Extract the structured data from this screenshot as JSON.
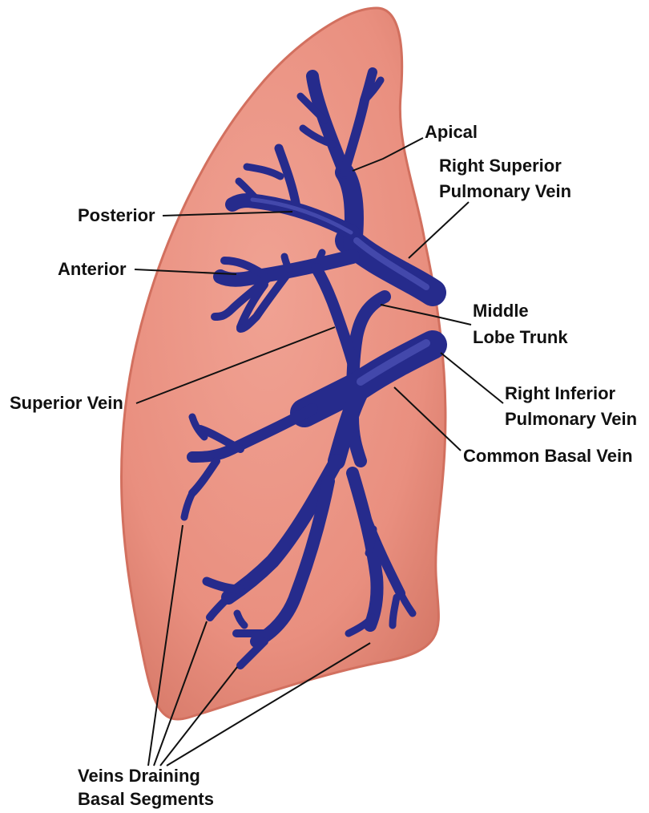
{
  "colors": {
    "lung_fill": "#e98f7f",
    "lung_edge": "#d2705f",
    "vein": "#262b8c",
    "vein_highlight": "#5b61c4",
    "label_text": "#111111"
  },
  "labels": {
    "apical": "Apical",
    "right_superior_line1": "Right Superior",
    "right_superior_line2": "Pulmonary Vein",
    "posterior": "Posterior",
    "anterior": "Anterior",
    "middle_lobe_line1": "Middle",
    "middle_lobe_line2": "Lobe Trunk",
    "superior_vein": "Superior Vein",
    "right_inferior_line1": "Right Inferior",
    "right_inferior_line2": "Pulmonary Vein",
    "common_basal_vein": "Common Basal Vein",
    "basal_line1": "Veins Draining",
    "basal_line2": "Basal Segments"
  }
}
